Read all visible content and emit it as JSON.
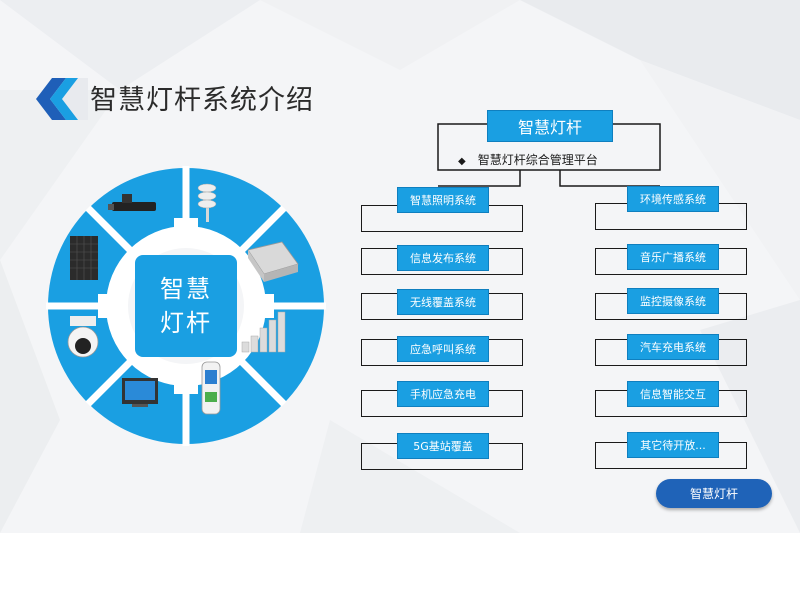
{
  "title": "智慧灯杆系统介绍",
  "center_label": [
    "智慧",
    "灯杆"
  ],
  "wheel_icons": [
    "street-light-fixture-icon",
    "weather-station-icon",
    "gateway-box-icon",
    "signal-bars-icon",
    "charging-pile-icon",
    "touch-screen-icon",
    "dome-camera-icon",
    "led-display-icon"
  ],
  "root_node": "智慧灯杆",
  "platform_text": "智慧灯杆综合管理平台",
  "left_nodes": [
    "智慧照明系统",
    "信息发布系统",
    "无线覆盖系统",
    "应急呼叫系统",
    "手机应急充电",
    "5G基站覆盖"
  ],
  "right_nodes": [
    "环境传感系统",
    "音乐广播系统",
    "监控摄像系统",
    "汽车充电系统",
    "信息智能交互",
    "其它待开放..."
  ],
  "footer_button": "智慧灯杆",
  "colors": {
    "primary": "#1a9fe2",
    "button": "#1f63b8",
    "line": "#1a1a1a"
  }
}
